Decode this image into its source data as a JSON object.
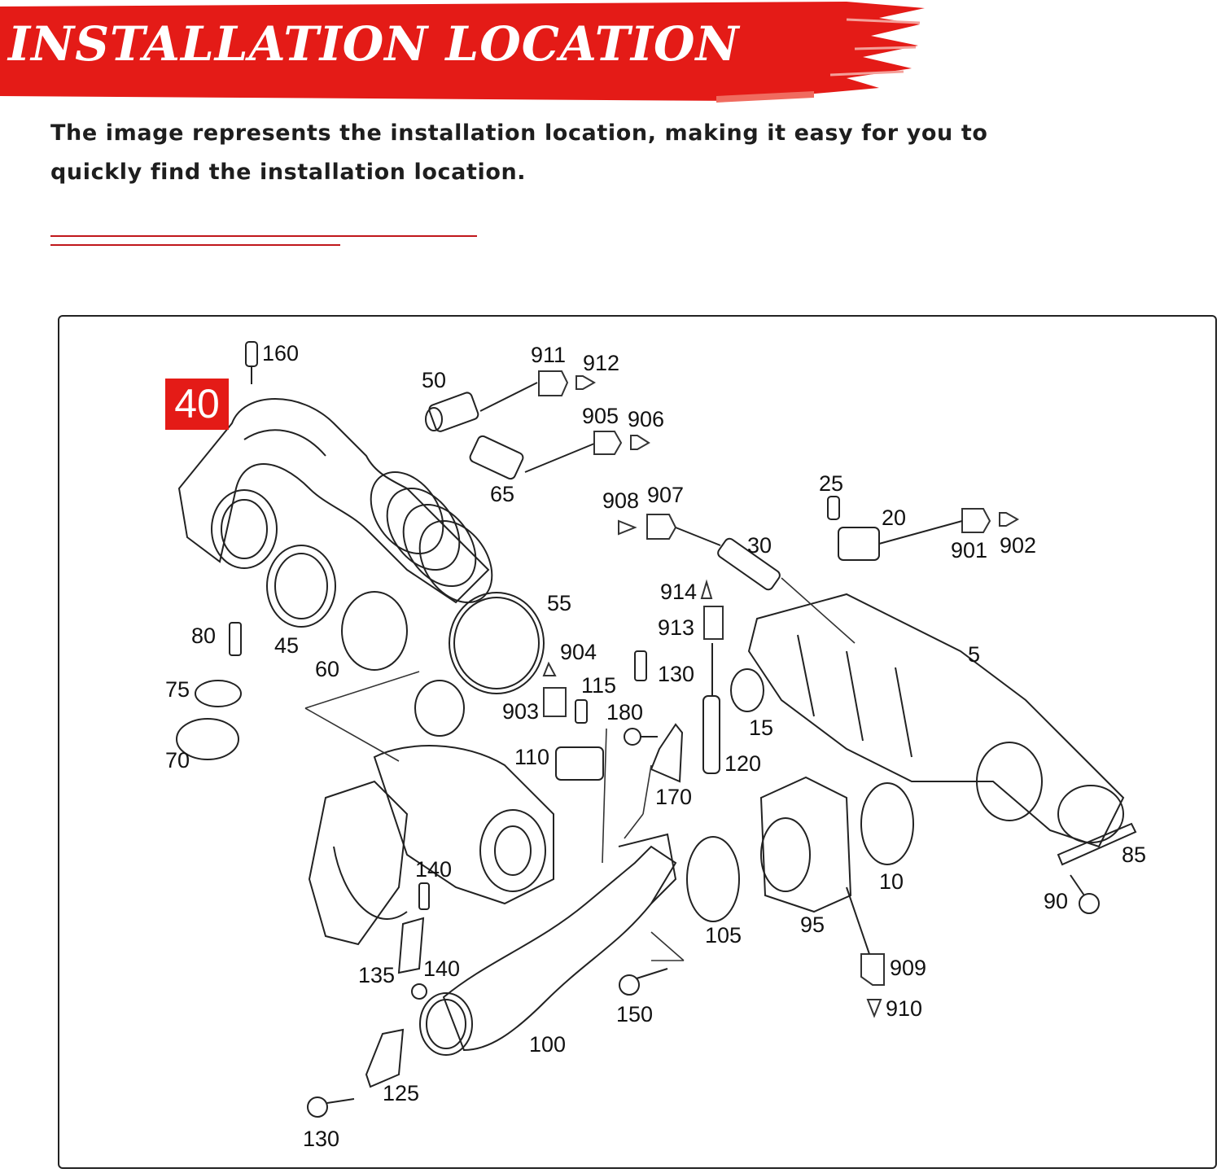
{
  "header": {
    "title": "INSTALLATION LOCATION",
    "banner_color": "#e41b17"
  },
  "description": "The image represents the installation location, making it easy for you to quickly find the installation location.",
  "accent_color": "#c0171b",
  "diagram": {
    "highlight_part": "40",
    "part_labels": {
      "p160": "160",
      "p50": "50",
      "p911": "911",
      "p912": "912",
      "p905": "905",
      "p906": "906",
      "p65": "65",
      "p908": "908",
      "p907": "907",
      "p25": "25",
      "p20": "20",
      "p901": "901",
      "p902": "902",
      "p30": "30",
      "p55": "55",
      "p914": "914",
      "p913": "913",
      "p45": "45",
      "p80": "80",
      "p60": "60",
      "p904": "904",
      "p115": "115",
      "p130a": "130",
      "p75": "75",
      "p903": "903",
      "p180": "180",
      "p5": "5",
      "p15": "15",
      "p70": "70",
      "p110": "110",
      "p120": "120",
      "p170": "170",
      "p140a": "140",
      "p10": "10",
      "p85": "85",
      "p90": "90",
      "p105": "105",
      "p95": "95",
      "p909": "909",
      "p135": "135",
      "p140b": "140",
      "p150": "150",
      "p910": "910",
      "p100": "100",
      "p125": "125",
      "p130b": "130"
    }
  }
}
